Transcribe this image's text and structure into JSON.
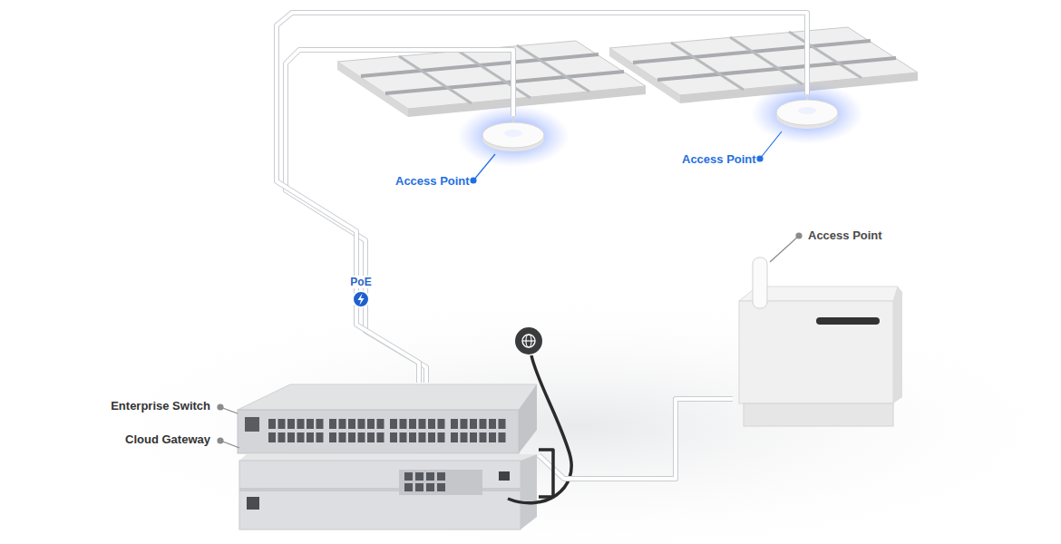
{
  "diagram": {
    "nodes": [
      {
        "text": [
          "Access Point"
        ]
      },
      {
        "text": [
          "Access Point"
        ]
      },
      {
        "text": [
          "Access Point"
        ]
      },
      {
        "text": [
          "Enterprise Switch"
        ]
      },
      {
        "text": [
          "Cloud Gateway"
        ]
      }
    ],
    "edges": [
      {
        "from": 3,
        "to": 0,
        "arrow": "none",
        "label": "PoE"
      },
      {
        "from": 3,
        "to": 1,
        "arrow": "none"
      },
      {
        "from": 3,
        "to": 2,
        "arrow": "none"
      },
      {
        "from": 3,
        "to": 4,
        "arrow": "none"
      }
    ]
  }
}
